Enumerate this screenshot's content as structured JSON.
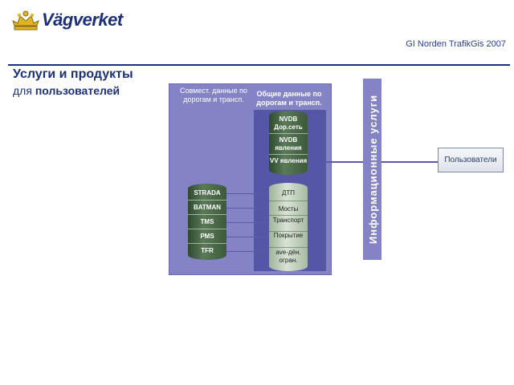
{
  "header": {
    "logo_text": "Vägverket",
    "right_text": "GI Norden TrafikGis 2007"
  },
  "title": {
    "line1": "Услуги и продукты",
    "line2_prefix": "для",
    "line2_bold": "пользователей"
  },
  "panel": {
    "joint_label": "Совмест. данные по дорогам и трансп.",
    "common_label": "Общие данные по дорогам и трансп."
  },
  "left_cylinder": [
    "STRADA",
    "BATMAN",
    "TMS",
    "PMS",
    "TFR"
  ],
  "nvdb_cylinder": [
    "NVDB Дор.сеть",
    "NVDB явления",
    "VV явления"
  ],
  "lower_cylinder": [
    "ДТП",
    "Мосты",
    "Транспорт",
    "Покрытие",
    "ave-дён. огран."
  ],
  "info_band_label": "Информационные услуги",
  "users_label": "Пользователи",
  "colors": {
    "brand_blue": "#1c2f7a",
    "panel": "#8383c6",
    "inner_panel": "#5656a6"
  }
}
